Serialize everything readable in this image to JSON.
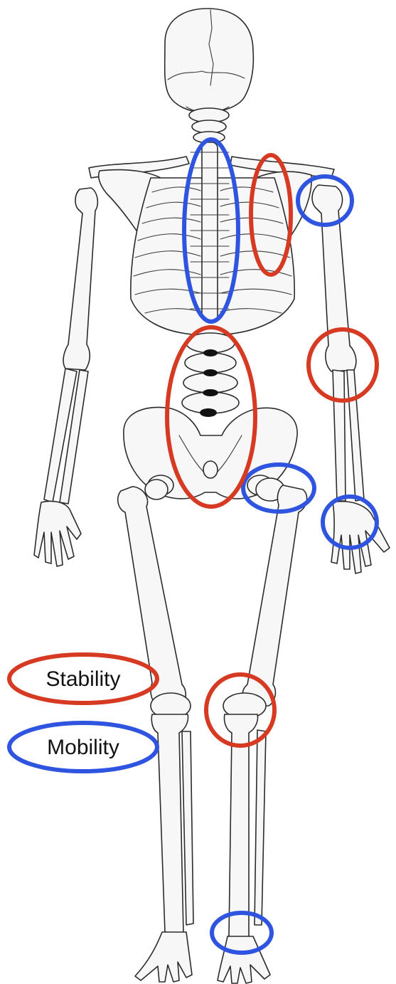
{
  "legend": {
    "stability_label": "Stability",
    "mobility_label": "Mobility"
  },
  "colors": {
    "stability": "#d63a22",
    "mobility": "#2f55e0",
    "bone_fill": "#f7f7f7",
    "bone_outline": "#2b2b2b"
  },
  "regions": {
    "stability": [
      "scapula",
      "lumbar-spine",
      "elbow",
      "knee"
    ],
    "mobility": [
      "thoracic-spine",
      "shoulder",
      "hip",
      "wrist",
      "ankle"
    ]
  }
}
